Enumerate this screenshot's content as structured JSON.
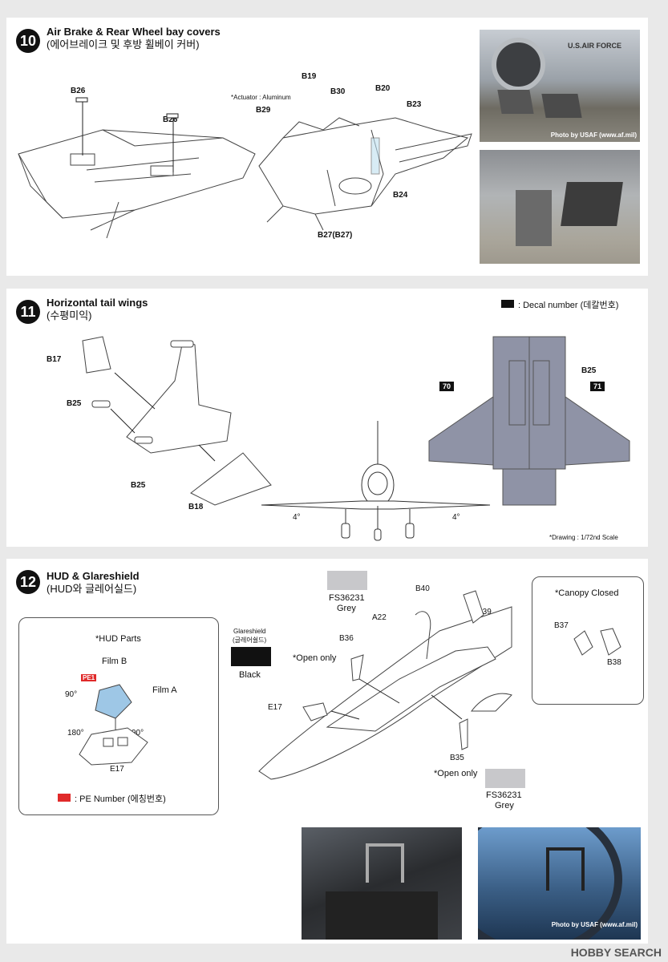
{
  "step10": {
    "number": "10",
    "title": "Air Brake & Rear Wheel bay covers",
    "subtitle": "(에어브레이크 및 후방 휠베이 커버)",
    "note": "*Actuator : Aluminum",
    "labels": {
      "b26a": "B26",
      "b26b": "B26",
      "b19": "B19",
      "b29": "B29",
      "b30": "B30",
      "b20": "B20",
      "b23": "B23",
      "b24": "B24",
      "b27": "B27(B27)"
    },
    "photo_credit_1": "Photo by USAF (www.af.mil)",
    "photo_text_1": "U.S.AIR FORCE"
  },
  "step11": {
    "number": "11",
    "title": "Horizontal tail wings",
    "subtitle": "(수평미익)",
    "decal_legend": ": Decal number (데칼번호)",
    "labels": {
      "b17": "B17",
      "b25a": "B25",
      "b25b": "B25",
      "b18": "B18",
      "b25c": "B25"
    },
    "decal_70": "70",
    "decal_71": "71",
    "angle_left": "4°",
    "angle_right": "4°",
    "scale_note": "*Drawing : 1/72nd Scale"
  },
  "step12": {
    "number": "12",
    "title": "HUD & Glareshield",
    "subtitle": "(HUD와 글레어실드)",
    "hud_title": "*HUD Parts",
    "film_b": "Film B",
    "film_a": "Film A",
    "pe1": "PE1",
    "angle_90a": "90°",
    "angle_180": "180°",
    "angle_90b": "90°",
    "e17_inset": "E17",
    "pe_legend": ": PE Number (에칭번호)",
    "glareshield_label": "Glareshield",
    "glareshield_kr": "(글레어쉴드)",
    "black_label": "Black",
    "fs_top": "FS36231",
    "grey_top": "Grey",
    "fs_bottom": "FS36231",
    "grey_bottom": "Grey",
    "labels": {
      "b40": "B40",
      "b39": "B39",
      "a22": "A22",
      "b36": "B36",
      "e17": "E17",
      "b35": "B35"
    },
    "open_only_a": "*Open only",
    "open_only_b": "*Open only",
    "canopy_closed": "*Canopy Closed",
    "b37": "B37",
    "b38": "B38",
    "photo_credit_2": "Photo by USAF (www.af.mil)"
  },
  "watermark": "HOBBY SEARCH",
  "colors": {
    "black": "#111111",
    "grey": "#c8c8cb",
    "pe_red": "#e02a2a",
    "wing_grey": "#8f93a6",
    "hud_blue": "#9ec7e6"
  }
}
